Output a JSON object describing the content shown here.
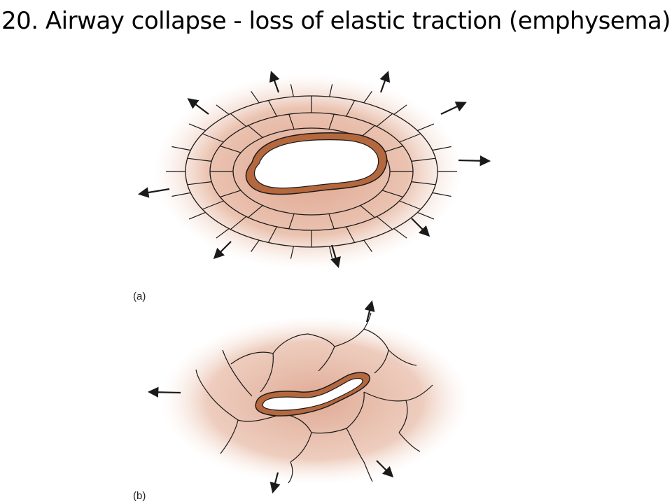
{
  "title": "20. Airway collapse - loss of elastic traction (emphysema)",
  "panels": [
    {
      "label": "(a)"
    },
    {
      "label": "(b)"
    }
  ],
  "colors": {
    "tissue": "#e8b49c",
    "airway_wall": "#b5673d",
    "outline": "#1a1a1a",
    "lumen": "#ffffff"
  }
}
